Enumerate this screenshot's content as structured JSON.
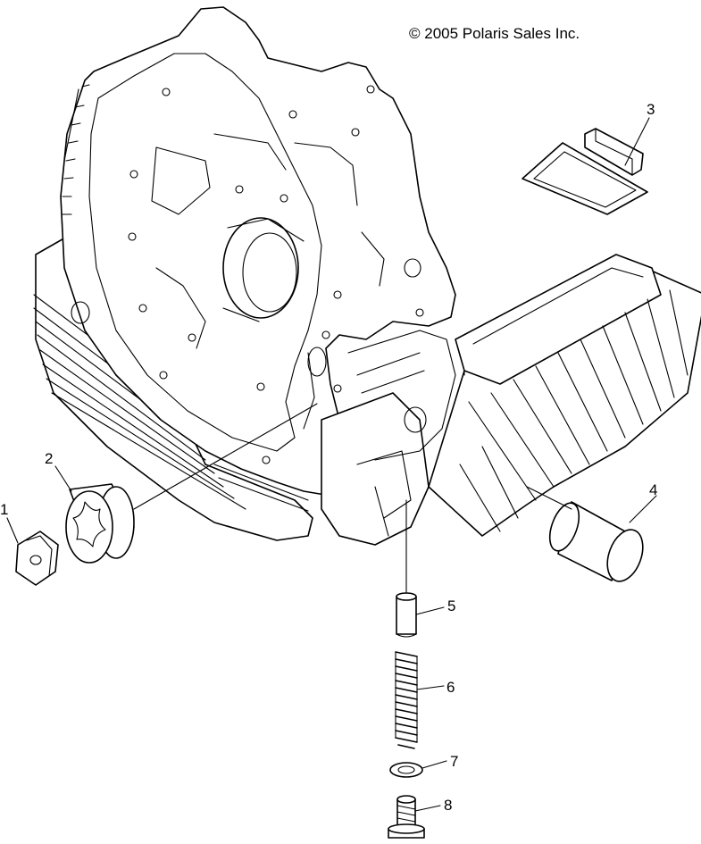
{
  "copyright": "© 2005 Polaris Sales Inc.",
  "callouts": [
    {
      "id": "1",
      "label": "1"
    },
    {
      "id": "2",
      "label": "2"
    },
    {
      "id": "3",
      "label": "3"
    },
    {
      "id": "4",
      "label": "4"
    },
    {
      "id": "5",
      "label": "5"
    },
    {
      "id": "6",
      "label": "6"
    },
    {
      "id": "7",
      "label": "7"
    },
    {
      "id": "8",
      "label": "8"
    }
  ]
}
